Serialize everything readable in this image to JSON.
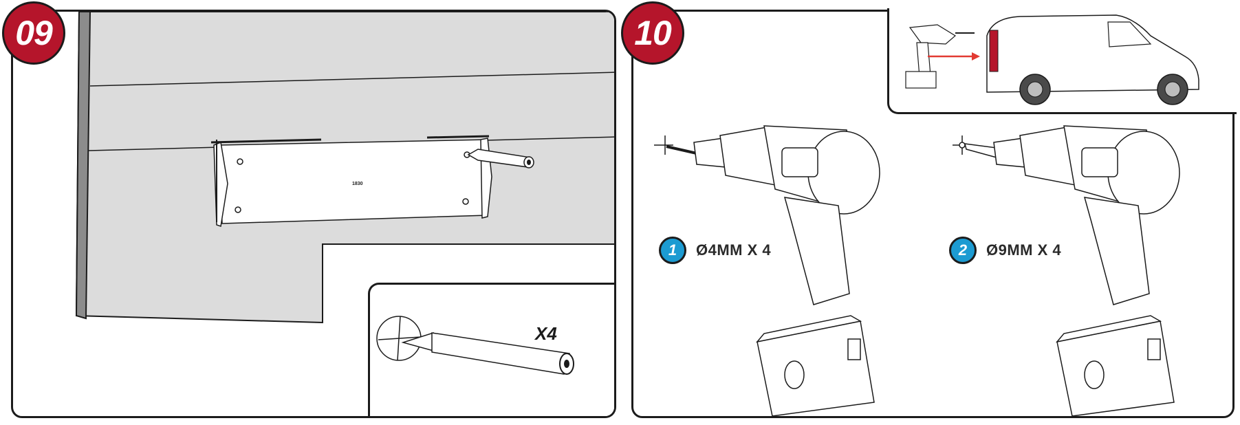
{
  "steps": [
    {
      "number": "09",
      "badge_color": "#b5152b"
    },
    {
      "number": "10",
      "badge_color": "#b5152b"
    }
  ],
  "step9": {
    "inset_quantity": "X4",
    "bracket_label": "1830"
  },
  "step10": {
    "drill_bits": [
      {
        "index": "1",
        "size_label": "Ø4MM X 4",
        "badge_color": "#1c9bd2"
      },
      {
        "index": "2",
        "size_label": "Ø9MM X 4",
        "badge_color": "#1c9bd2"
      }
    ],
    "arrow_color": "#e23a32",
    "van_panel_color": "#b5152b"
  },
  "icons": [
    "center-punch-icon",
    "drill-icon",
    "van-icon",
    "bracket-icon",
    "arrow-icon"
  ]
}
